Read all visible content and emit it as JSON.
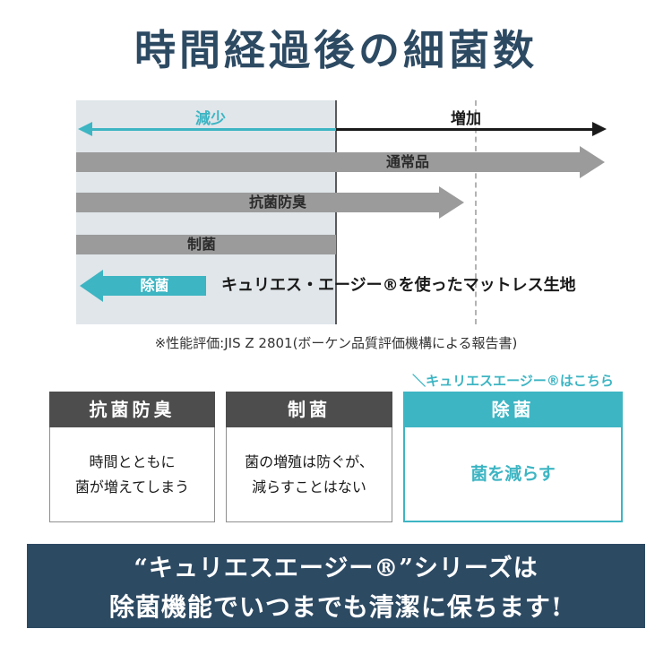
{
  "title": "時間経過後の細菌数",
  "diagram": {
    "axis": {
      "decrease": "減少",
      "increase": "増加"
    },
    "rows": [
      {
        "label": "通常品",
        "direction": "right",
        "color": "gray"
      },
      {
        "label": "抗菌防臭",
        "direction": "right",
        "color": "gray"
      },
      {
        "label": "制菌",
        "direction": "none",
        "color": "gray"
      },
      {
        "label": "除菌",
        "direction": "left",
        "color": "teal",
        "annotation": "キュリエス・エージー®を使ったマットレス生地"
      }
    ],
    "note": "※性能評価:JIS Z 2801(ボーケン品質評価機構による報告書)"
  },
  "comparison": {
    "callout": "＼キュリエスエージー®はこちら",
    "cards": [
      {
        "title": "抗菌防臭",
        "body": "時間とともに\n菌が増えてしまう"
      },
      {
        "title": "制菌",
        "body": "菌の増殖は防ぐが、\n減らすことはない"
      },
      {
        "title": "除菌",
        "body": "菌を減らす",
        "highlight": true
      }
    ]
  },
  "footer": {
    "line1": "“キュリエスエージー®”シリーズは",
    "line2": "除菌機能でいつまでも清潔に保ちます!"
  },
  "colors": {
    "teal": "#3db5c3",
    "navy": "#2d4a63",
    "bar_gray": "#9b9b9b",
    "header_gray": "#4d4d4d"
  }
}
